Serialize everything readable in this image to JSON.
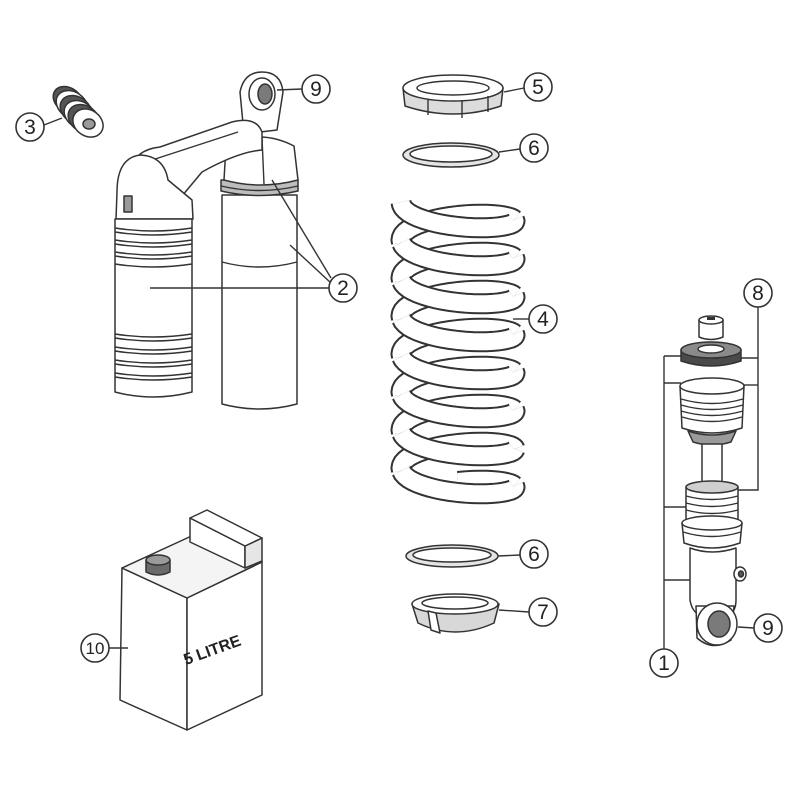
{
  "callout_labels": [
    "3",
    "9",
    "5",
    "6",
    "2",
    "4",
    "8",
    "6",
    "7",
    "10",
    "9",
    "1"
  ],
  "oil_can": {
    "label": "5 LITRE"
  },
  "colors": {
    "line": "#333333",
    "fill": "#ffffff",
    "shade": "#cfcfcf",
    "dark": "#7a7a7a"
  }
}
